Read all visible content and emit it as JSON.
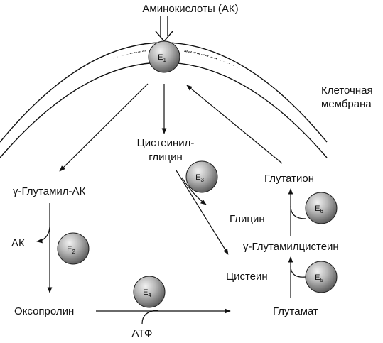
{
  "labels": {
    "top": "Аминокислоты (АК)",
    "membrane_1": "Клеточная",
    "membrane_2": "мембрана",
    "cysgly_1": "Цистеинил-",
    "cysgly_2": "глицин",
    "glutathione": "Глутатион",
    "gglu_aa": "γ-Глутамил-АК",
    "glycine": "Глицин",
    "gglu_cys": "γ-Глутамилцистеин",
    "aa": "АК",
    "cysteine": "Цистеин",
    "oxoproline": "Оксопролин",
    "glutamate": "Глутамат",
    "atp": "АТФ"
  },
  "enzymes": {
    "e1": {
      "letter": "E",
      "sub": "1"
    },
    "e2": {
      "letter": "E",
      "sub": "2"
    },
    "e3": {
      "letter": "E",
      "sub": "3"
    },
    "e4": {
      "letter": "E",
      "sub": "4"
    },
    "e5": {
      "letter": "E",
      "sub": "5"
    },
    "e6": {
      "letter": "E",
      "sub": "6"
    }
  }
}
